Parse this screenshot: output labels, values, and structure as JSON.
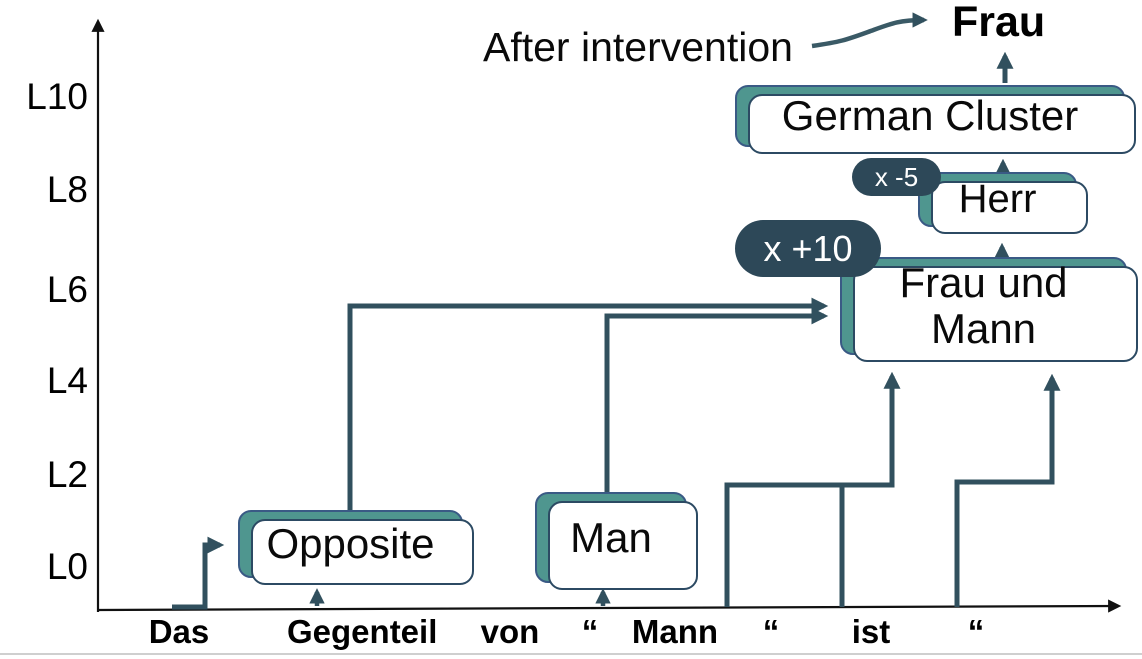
{
  "annotation": {
    "label": "After intervention",
    "result_token": "Frau"
  },
  "axis": {
    "y_labels": [
      "L10",
      "L8",
      "L6",
      "L4",
      "L2",
      "L0"
    ],
    "tokens": [
      "Das",
      "Gegenteil",
      "von",
      "“",
      "Mann",
      "“",
      "ist",
      "“"
    ]
  },
  "nodes": {
    "opposite": "Opposite",
    "man": "Man",
    "frau_und_mann_line1": "Frau und",
    "frau_und_mann_line2": "Mann",
    "herr": "Herr",
    "german_cluster": "German Cluster"
  },
  "badges": {
    "amplify": "x +10",
    "suppress": "x -5"
  },
  "colors": {
    "node_teal": "#4f968f",
    "arrow_slate": "#31505e",
    "badge_dark": "#2d4858",
    "axis_black": "#111111"
  }
}
